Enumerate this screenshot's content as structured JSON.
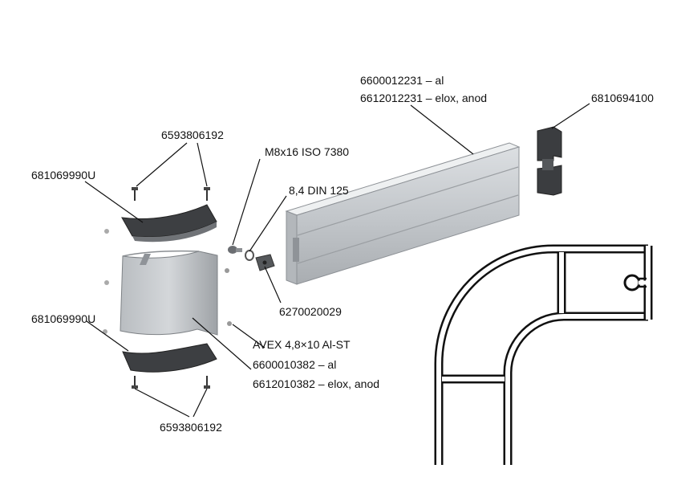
{
  "labels": {
    "profile_al": "6600012231 – al",
    "profile_elox": "6612012231 – elox, anod",
    "end_cap": "6810694100",
    "screw_top": "6593806192",
    "bolt": "M8x16 ISO 7380",
    "washer": "8,4 DIN 125",
    "cover_top": "681069990U",
    "plate": "6270020029",
    "rivet": "AVEX 4,8×10 Al-ST",
    "cover_bottom": "681069990U",
    "corner_al": "6600010382 – al",
    "corner_elox": "6612010382 – elox, anod",
    "screw_bottom": "6593806192"
  }
}
